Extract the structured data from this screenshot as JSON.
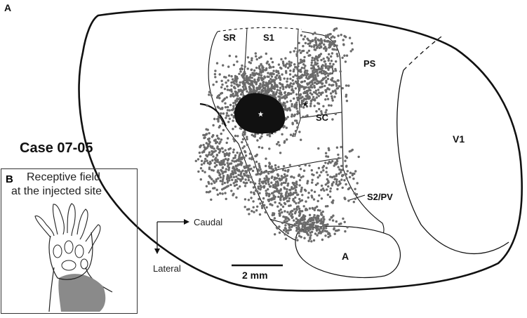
{
  "panel_a": {
    "letter": "A"
  },
  "case_title": "Case 07-05",
  "panel_b": {
    "letter": "B",
    "caption_line1": "Receptive field",
    "caption_line2": "at the injected site",
    "field_color": "#8a8a8a"
  },
  "areas": {
    "sr": "SR",
    "s1": "S1",
    "ps": "PS",
    "sc": "SC",
    "v1": "V1",
    "s2pv": "S2/PV",
    "a": "A"
  },
  "orientation": {
    "caudal": "Caudal",
    "lateral": "Lateral"
  },
  "scale_bar": {
    "label": "2 mm"
  },
  "colors": {
    "cells": "#6b6b6b",
    "injection": "#111111",
    "outline": "#111111"
  }
}
